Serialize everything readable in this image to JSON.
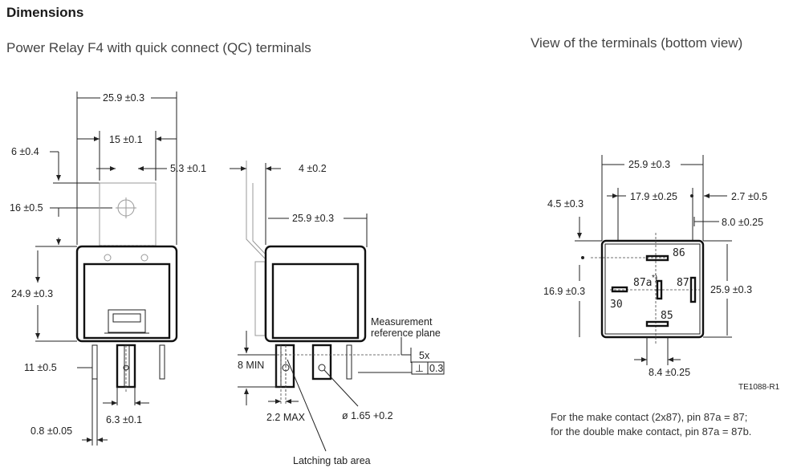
{
  "header": {
    "title": "Dimensions",
    "subtitle_left": "Power Relay F4 with quick connect (QC) terminals",
    "subtitle_right": "View of the terminals (bottom view)"
  },
  "front_view": {
    "width": "25.9 ±0.3",
    "mount_spacing": "15 ±0.1",
    "bracket_offset": "5.3 ±0.1",
    "top_to_hole": "6 ±0.4",
    "hole_height": "16 ±0.5",
    "body_height": "24.9 ±0.3",
    "pin_length": "11 ±0.5",
    "pin_width": "6.3 ±0.1",
    "pin_thickness": "0.8 ±0.05"
  },
  "side_view": {
    "bracket_thickness": "4 ±0.2",
    "width": "25.9 ±0.3",
    "min_length": "8 MIN",
    "max_tab": "2.2 MAX",
    "hole_diameter": "ø 1.65 +0.2",
    "latch_label": "Latching tab area",
    "measure_label_1": "Measurement",
    "measure_label_2": "reference plane",
    "tol_count": "5x",
    "tol_symbol": "⊥",
    "tol_value": "0.3"
  },
  "bottom_view": {
    "width": "25.9 ±0.3",
    "pin_spacing": "17.9 ±0.25",
    "edge_offset": "2.7 ±0.5",
    "right_offset": "8.0 ±0.25",
    "top_offset": "4.5 ±0.3",
    "left_height": "16.9 ±0.3",
    "right_height": "25.9 ±0.3",
    "bottom_offset": "8.4 ±0.25",
    "pins": [
      "86",
      "87a",
      "87",
      "30",
      "85"
    ],
    "pin_87a_mark": "*)",
    "ref_code": "TE1088-R1"
  },
  "footnote": {
    "line1": "For the make contact (2x87), pin 87a = 87;",
    "line2": "for the double make contact, pin 87a = 87b."
  }
}
